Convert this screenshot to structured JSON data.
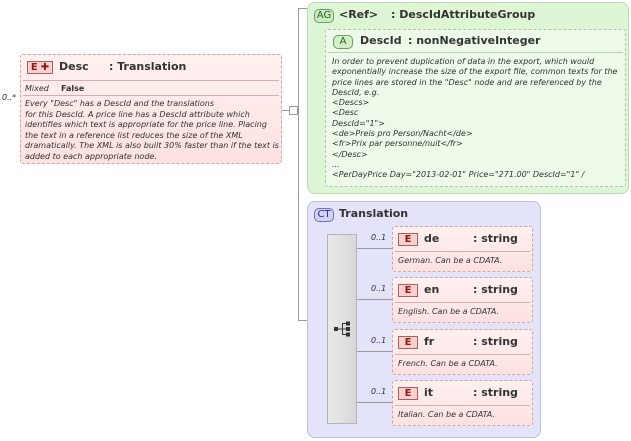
{
  "desc_element": {
    "badge": "E",
    "name": "Desc",
    "type": ": Translation",
    "multiplicity": "0..*",
    "mixed_label": "Mixed",
    "mixed_value": "False",
    "doc": [
      "Every \"Desc\" has a DescId and the translations",
      "for this DescId. A price line has a DescId attribute which",
      "identifies which text is appropriate for the price line. Placing",
      "the text in a reference list reduces the size of the XML",
      "dramatically. The XML is also built 30% faster than if the text is",
      "added to each appropriate node."
    ]
  },
  "attribute_group": {
    "badge": "AG",
    "ref_label": "<Ref>",
    "name": ": DescIdAttributeGroup",
    "attribute": {
      "badge": "A",
      "name": "DescId",
      "type": ": nonNegativeInteger",
      "doc": [
        "In order to prevent duplication of data in the export, which would",
        "exponentially increase the size of the export file, common texts for the",
        "price lines are stored in the \"Desc\" node and are referenced by the",
        "DescId, e.g.",
        "<Descs>",
        "<Desc",
        "DescId=\"1\">",
        "<de>Preis pro Person/Nacht</de>",
        "<fr>Prix par personne/nuit</fr>",
        "</Desc>",
        "...",
        "<PerDayPrice Day=\"2013-02-01\" Price=\"271.00\" DescId=\"1\" /"
      ]
    }
  },
  "complex_type": {
    "badge": "CT",
    "name": "Translation",
    "children": [
      {
        "multiplicity": "0..1",
        "badge": "E",
        "name": "de",
        "type": ": string",
        "doc": "German. Can be a CDATA."
      },
      {
        "multiplicity": "0..1",
        "badge": "E",
        "name": "en",
        "type": ": string",
        "doc": "English. Can be a CDATA."
      },
      {
        "multiplicity": "0..1",
        "badge": "E",
        "name": "fr",
        "type": ": string",
        "doc": "French. Can be a CDATA."
      },
      {
        "multiplicity": "0..1",
        "badge": "E",
        "name": "it",
        "type": ": string",
        "doc": "Italian. Can be a CDATA."
      }
    ]
  },
  "colors": {
    "element_fill": "#fde1e1",
    "attribute_group_fill": "#dff6d6",
    "complex_type_fill": "#e3e4fa"
  },
  "icons": {
    "expand": "plus-icon",
    "sequence": "sequence-icon"
  }
}
